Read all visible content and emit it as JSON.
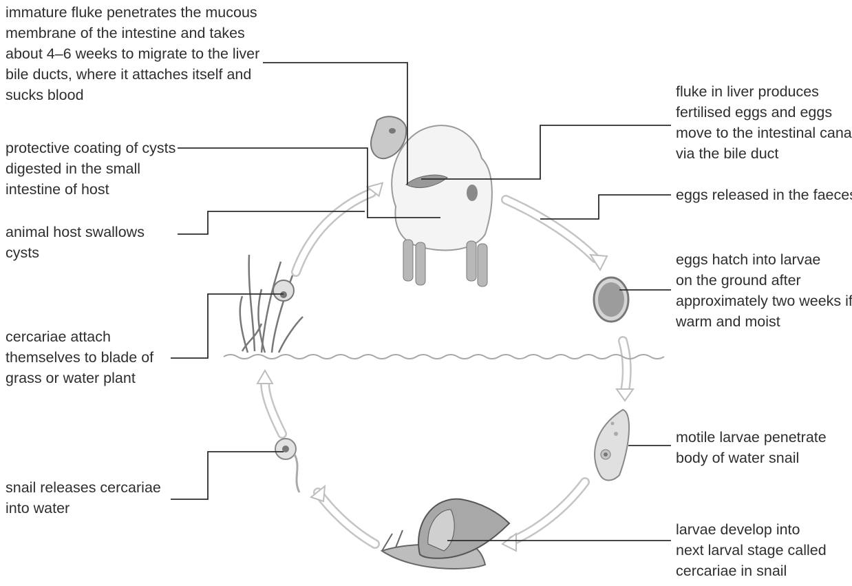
{
  "labels": {
    "immature_fluke": [
      "immature fluke penetrates the mucous",
      "membrane of the intestine and takes",
      "about 4–6 weeks to migrate to the liver",
      "bile ducts, where it attaches itself and",
      "sucks blood"
    ],
    "protective_coating": [
      "protective coating of cysts",
      "digested in the small",
      "intestine of host"
    ],
    "host_swallows": [
      "animal host swallows",
      "cysts"
    ],
    "cercariae_attach": [
      "cercariae attach",
      "themselves to blade of",
      "grass or water plant"
    ],
    "snail_releases": [
      "snail releases cercariae",
      "into water"
    ],
    "fluke_in_liver": [
      "fluke in liver produces",
      "fertilised eggs and eggs",
      "move to the intestinal canal",
      "via the bile duct"
    ],
    "eggs_released": [
      "eggs released in the faeces"
    ],
    "eggs_hatch": [
      "eggs hatch into larvae",
      "on the ground after",
      "approximately two weeks if",
      "warm and moist"
    ],
    "motile_larvae": [
      "motile larvae penetrate",
      "body of water snail"
    ],
    "larvae_develop": [
      "larvae develop into",
      "next larval stage called",
      "cercariae in snail"
    ]
  },
  "colors": {
    "line": "#2b2b2b",
    "arrow_fill": "#ffffff",
    "arrow_stroke": "#bdbdbd",
    "organism": "#d9d9d9",
    "organism_dark": "#8c8c8c"
  }
}
